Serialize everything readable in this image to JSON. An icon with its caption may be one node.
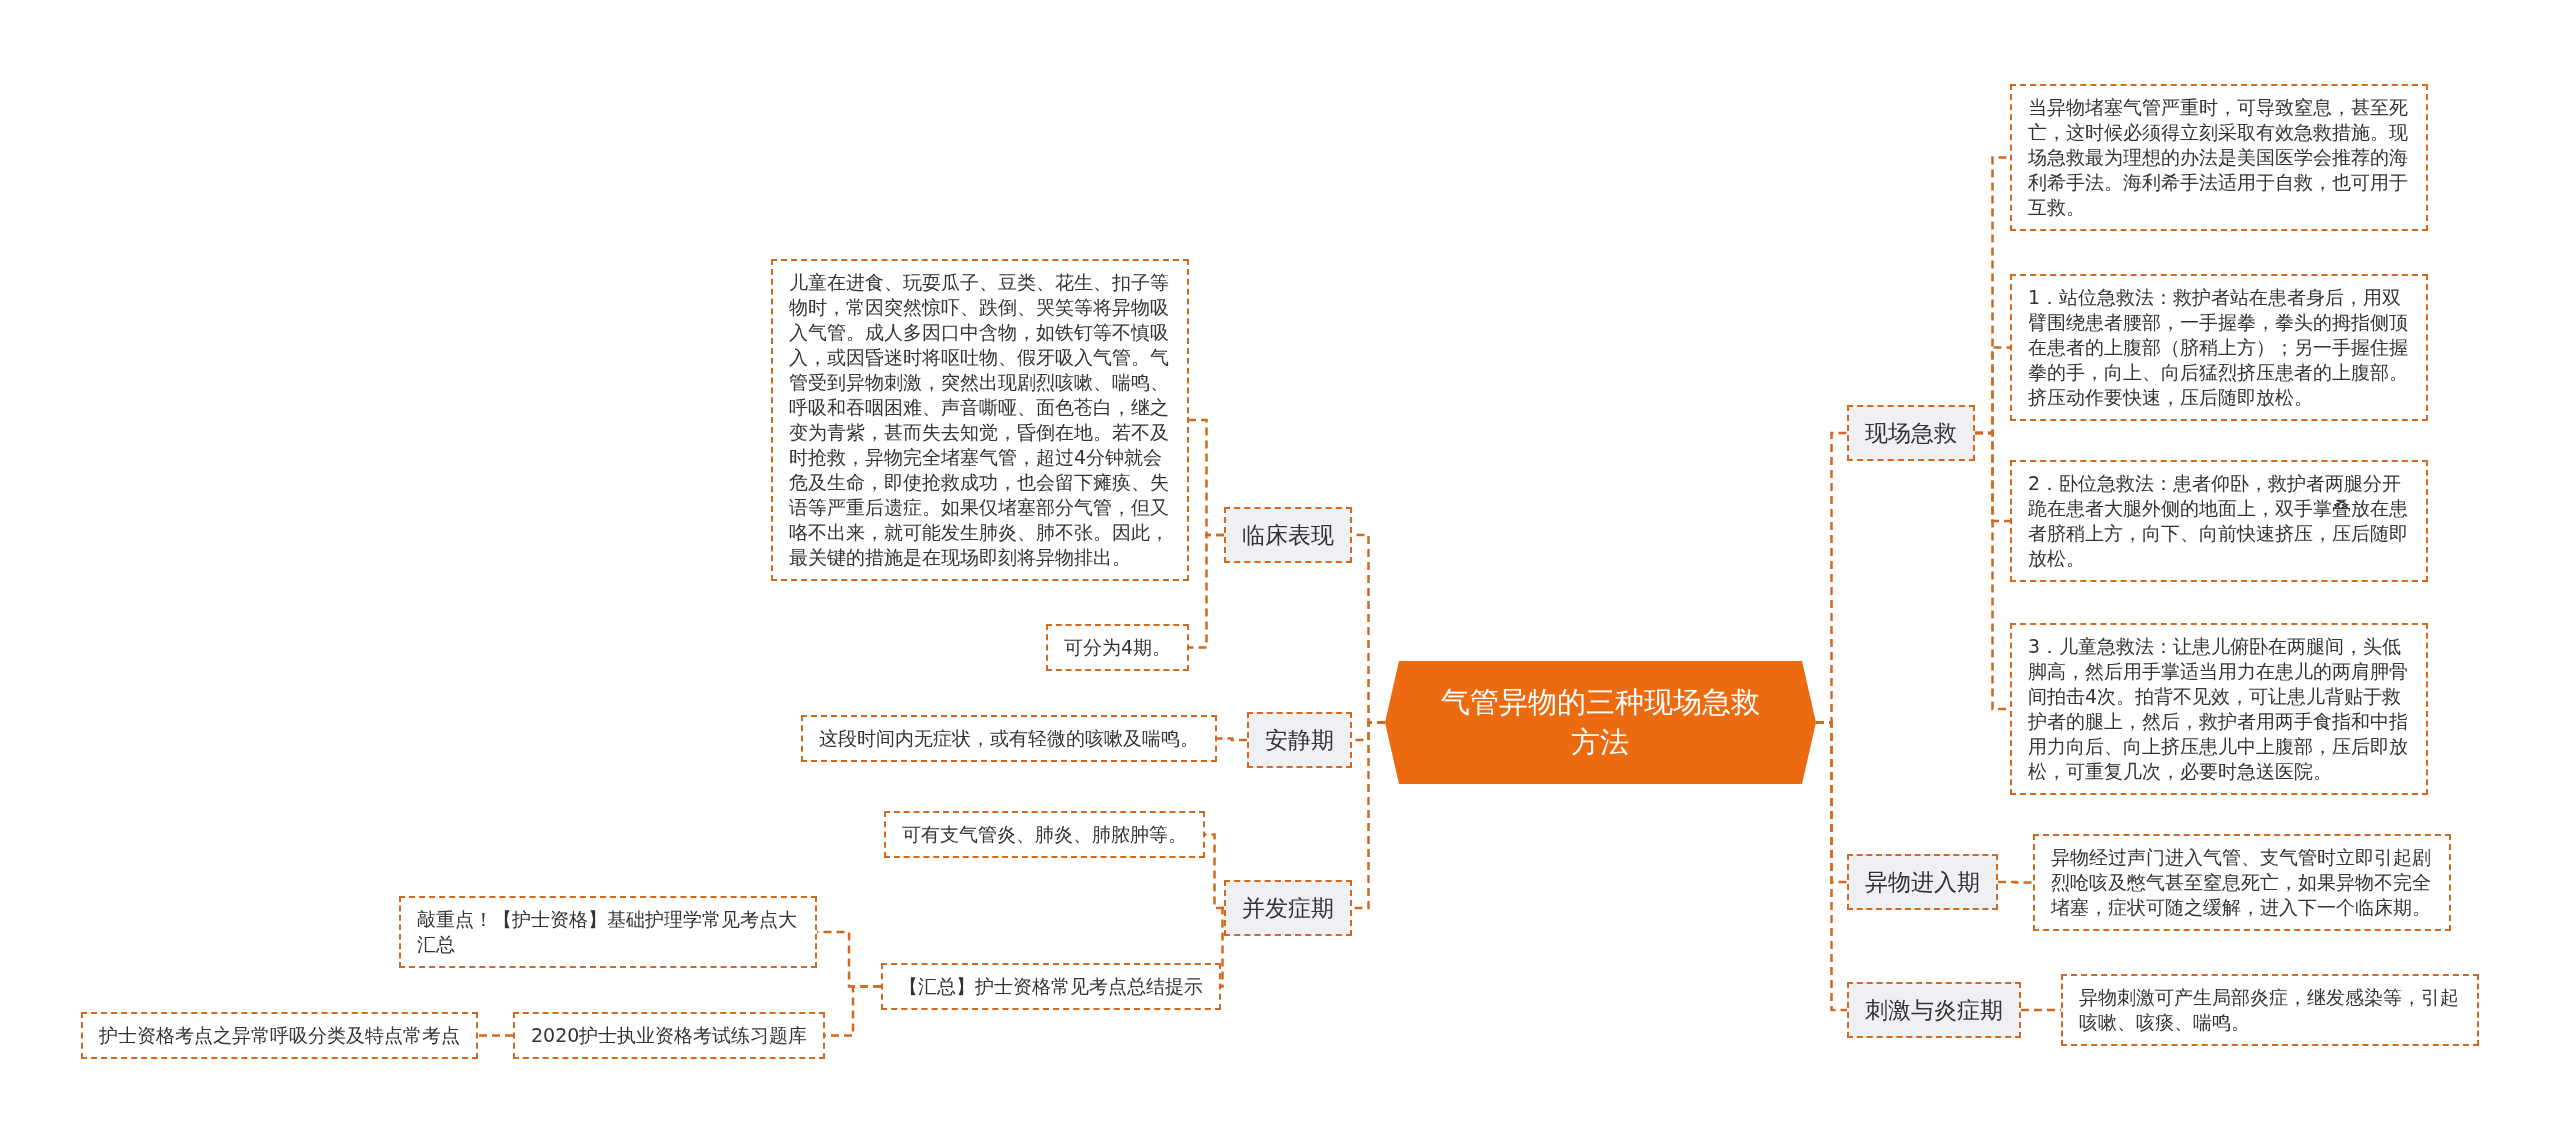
{
  "diagram": {
    "nodes": [
      {
        "text": [
          "气管异物的三种现场急救方法"
        ]
      },
      {
        "text": [
          "临床表现"
        ]
      },
      {
        "text": [
          "儿童在进食、玩耍瓜子、豆类、花生、扣子等物时，常因突然惊吓、跌倒、哭笑等将异物吸入气管。成人多因口中含物，如铁钉等不慎吸入，或因昏迷时将呕吐物、假牙吸入气管。气管受到异物刺激，突然出现剧烈咳嗽、喘鸣、呼吸和吞咽困难、声音嘶哑、面色苍白，继之变为青紫，甚而失去知觉，昏倒在地。若不及时抢救，异物完全堵塞气管，超过4分钟就会危及生命，即使抢救成功，也会留下瘫痪、失语等严重后遗症。如果仅堵塞部分气管，但又咯不出来，就可能发生肺炎、肺不张。因此，最关键的措施是在现场即刻将异物排出。"
        ]
      },
      {
        "text": [
          "可分为4期。"
        ]
      },
      {
        "text": [
          "安静期"
        ]
      },
      {
        "text": [
          "这段时间内无症状，或有轻微的咳嗽及喘鸣。"
        ]
      },
      {
        "text": [
          "并发症期"
        ]
      },
      {
        "text": [
          "可有支气管炎、肺炎、肺脓肿等。"
        ]
      },
      {
        "text": [
          "【汇总】护士资格常见考点总结提示"
        ]
      },
      {
        "text": [
          "敲重点！【护士资格】基础护理学常见考点大汇总"
        ]
      },
      {
        "text": [
          "2020护士执业资格考试练习题库"
        ]
      },
      {
        "text": [
          "护士资格考点之异常呼吸分类及特点常考点"
        ]
      },
      {
        "text": [
          "现场急救"
        ]
      },
      {
        "text": [
          "当异物堵塞气管严重时，可导致窒息，甚至死亡，这时候必须得立刻采取有效急救措施。现场急救最为理想的办法是美国医学会推荐的海利希手法。海利希手法适用于自救，也可用于互救。"
        ]
      },
      {
        "text": [
          "1．站位急救法：救护者站在患者身后，用双臂围绕患者腰部，一手握拳，拳头的拇指侧顶在患者的上腹部（脐稍上方）；另一手握住握拳的手，向上、向后猛烈挤压患者的上腹部。挤压动作要快速，压后随即放松。"
        ]
      },
      {
        "text": [
          "2．卧位急救法：患者仰卧，救护者两腿分开跪在患者大腿外侧的地面上，双手掌叠放在患者脐稍上方，向下、向前快速挤压，压后随即放松。"
        ]
      },
      {
        "text": [
          "3．儿童急救法：让患儿俯卧在两腿间，头低脚高，然后用手掌适当用力在患儿的两肩胛骨间拍击4次。拍背不见效，可让患儿背贴于救护者的腿上，然后，救护者用两手食指和中指用力向后、向上挤压患儿中上腹部，压后即放松，可重复几次，必要时急送医院。"
        ]
      },
      {
        "text": [
          "异物进入期"
        ]
      },
      {
        "text": [
          "异物经过声门进入气管、支气管时立即引起剧烈呛咳及憋气甚至窒息死亡，如果异物不完全堵塞，症状可随之缓解，进入下一个临床期。"
        ]
      },
      {
        "text": [
          "刺激与炎症期"
        ]
      },
      {
        "text": [
          "异物刺激可产生局部炎症，继发感染等，引起咳嗽、咳痰、喘鸣。"
        ]
      }
    ],
    "edges": [
      {
        "from": 0,
        "to": 1,
        "arrow": "none"
      },
      {
        "from": 1,
        "to": 2,
        "arrow": "none"
      },
      {
        "from": 1,
        "to": 3,
        "arrow": "none"
      },
      {
        "from": 0,
        "to": 4,
        "arrow": "none"
      },
      {
        "from": 4,
        "to": 5,
        "arrow": "none"
      },
      {
        "from": 0,
        "to": 6,
        "arrow": "none"
      },
      {
        "from": 6,
        "to": 7,
        "arrow": "none"
      },
      {
        "from": 6,
        "to": 8,
        "arrow": "none"
      },
      {
        "from": 8,
        "to": 9,
        "arrow": "none"
      },
      {
        "from": 8,
        "to": 10,
        "arrow": "none"
      },
      {
        "from": 10,
        "to": 11,
        "arrow": "none"
      },
      {
        "from": 0,
        "to": 12,
        "arrow": "none"
      },
      {
        "from": 12,
        "to": 13,
        "arrow": "none"
      },
      {
        "from": 12,
        "to": 14,
        "arrow": "none"
      },
      {
        "from": 12,
        "to": 15,
        "arrow": "none"
      },
      {
        "from": 12,
        "to": 16,
        "arrow": "none"
      },
      {
        "from": 0,
        "to": 17,
        "arrow": "none"
      },
      {
        "from": 17,
        "to": 18,
        "arrow": "none"
      },
      {
        "from": 0,
        "to": 19,
        "arrow": "none"
      },
      {
        "from": 19,
        "to": 20,
        "arrow": "none"
      }
    ]
  }
}
